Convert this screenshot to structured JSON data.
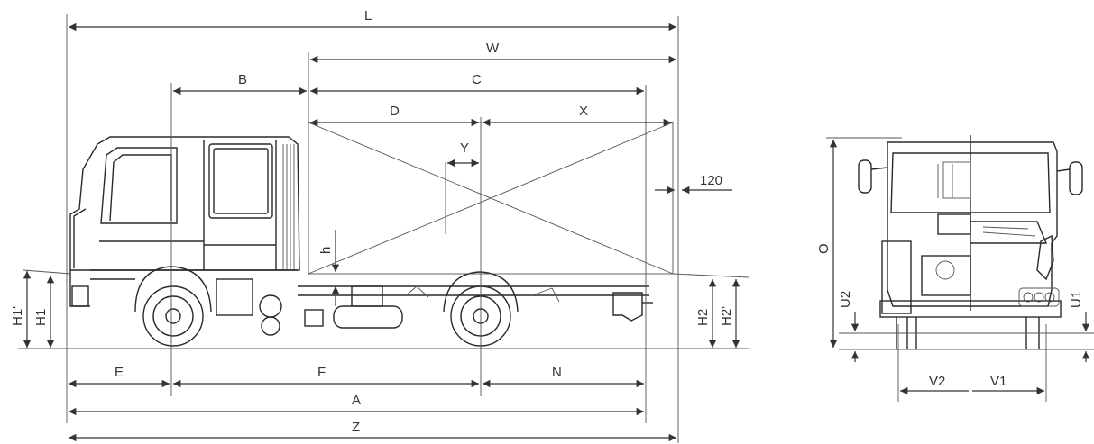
{
  "dimensions": {
    "L": "L",
    "W": "W",
    "B": "B",
    "C": "C",
    "D": "D",
    "X": "X",
    "Y": "Y",
    "dim120": "120",
    "h": "h",
    "H1p": "H1'",
    "H1": "H1",
    "H2": "H2",
    "H2p": "H2'",
    "E": "E",
    "F": "F",
    "N": "N",
    "A": "A",
    "Z": "Z",
    "O": "O",
    "U2": "U2",
    "U1": "U1",
    "V2": "V2",
    "V1": "V1"
  },
  "colors": {
    "line": "#333333",
    "background": "#ffffff"
  }
}
